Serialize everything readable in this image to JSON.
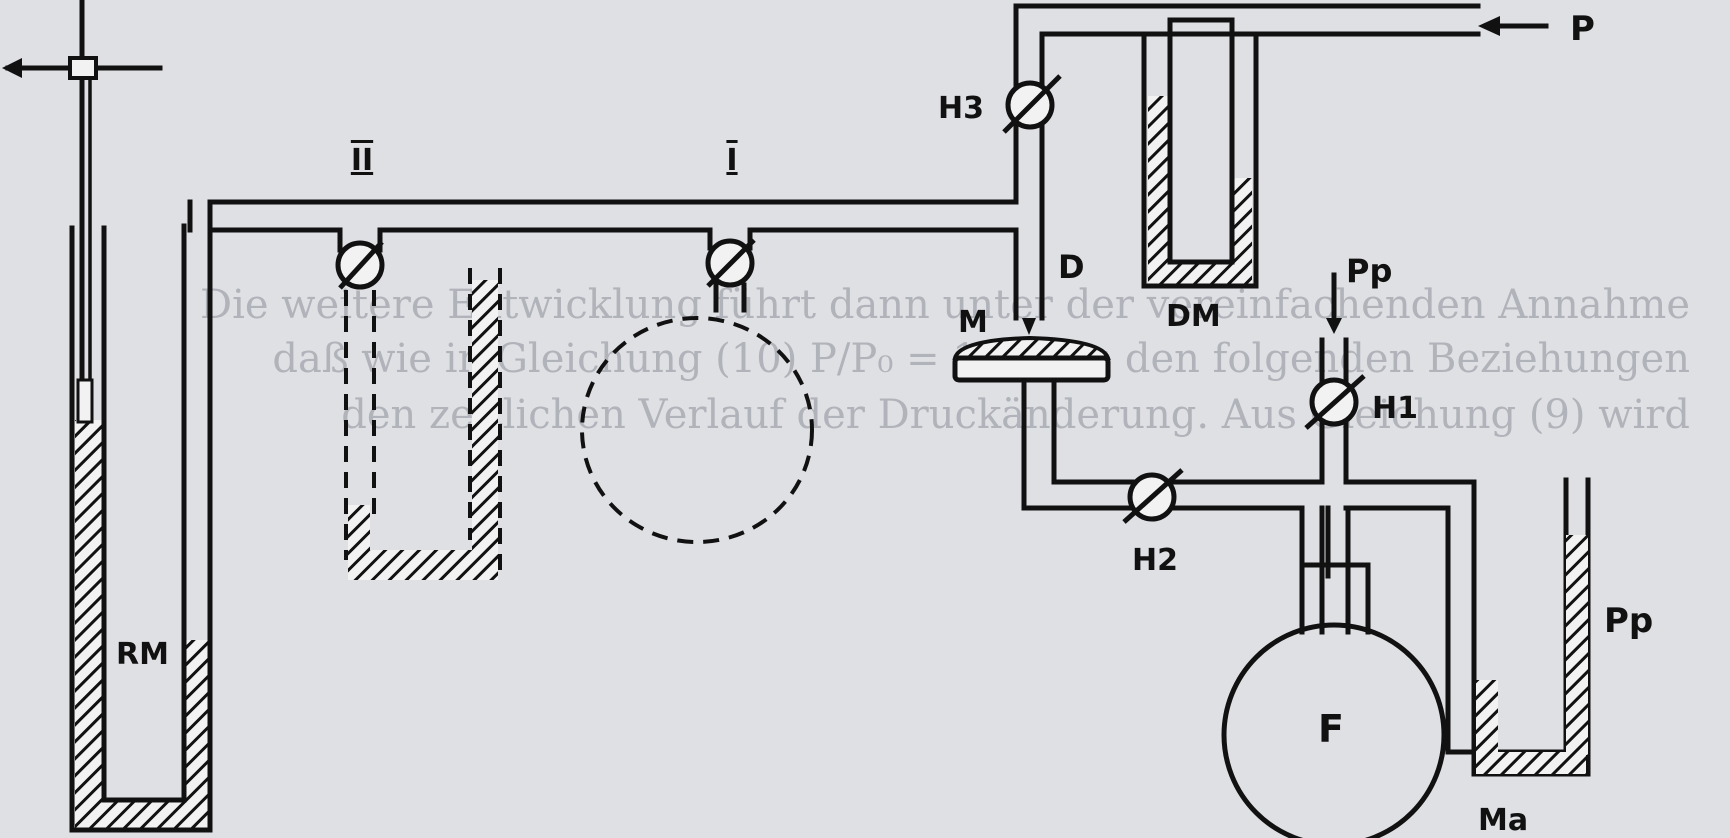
{
  "labels": {
    "P": "P",
    "H3": "H3",
    "D": "D",
    "DM": "DM",
    "M": "M",
    "Pp_top": "Pp",
    "H1": "H1",
    "H2": "H2",
    "F": "F",
    "Pp_right": "Pp",
    "Ma": "Ma",
    "RM": "RM",
    "II": "II",
    "I": "I"
  },
  "bleed_through_text": [
    "Die weitere Entwicklung führt dann unter der vereinfachenden Annahme",
    "daß wie in Gleichung (10) P/P₀ = 1 ist, zu den folgenden Beziehungen",
    "den zeitlichen Verlauf der Druckänderung. Aus Gleichung (9) wird"
  ],
  "colors": {
    "paper": "#dfe0e4",
    "ink": "#111111",
    "bleed": "#8d8f98"
  }
}
